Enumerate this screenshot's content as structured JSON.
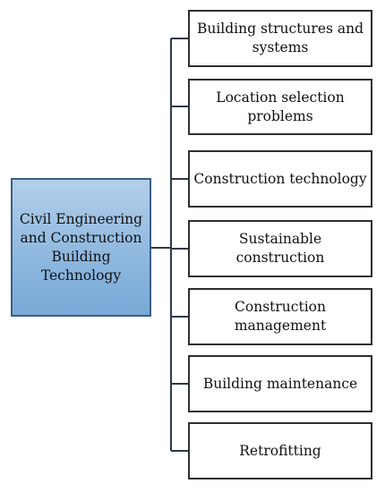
{
  "root": {
    "label": "Civil Engineering and Construction Building Technology"
  },
  "children": [
    {
      "label": "Building structures and systems"
    },
    {
      "label": "Location selection problems"
    },
    {
      "label": "Construction technology"
    },
    {
      "label": "Sustainable construction"
    },
    {
      "label": "Construction management"
    },
    {
      "label": "Building maintenance"
    },
    {
      "label": "Retrofitting"
    }
  ],
  "colors": {
    "root_fill": "#8fb8df",
    "root_border": "#3b5d82",
    "child_border": "#2f2f2f",
    "connector": "#2b3a4a"
  }
}
